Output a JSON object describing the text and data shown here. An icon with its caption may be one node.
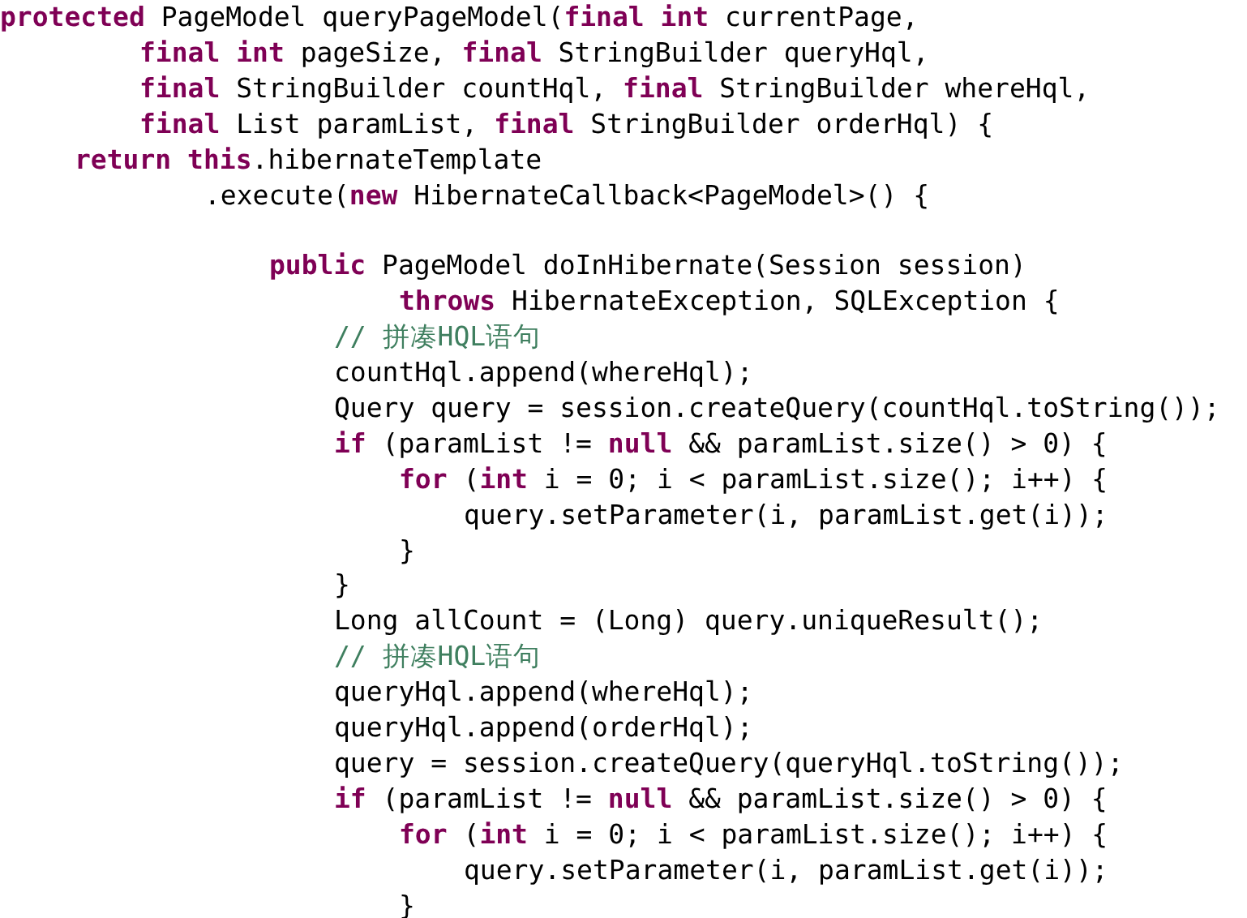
{
  "diagram": {
    "labels": [
      "**protected** PageModel queryPageModel(**final** **int** currentPage,",
      "**final** **int** pageSize, **final** StringBuilder queryHql,",
      "**final** StringBuilder countHql, **final** StringBuilder whereHql,",
      "**final** List paramList, **final** StringBuilder orderHql) {",
      "**return** **this**.hibernateTemplate",
      ".execute(**new** HibernateCallback<PageModel>() {",
      "**public** PageModel doInHibernate(Session session)",
      "**throws** HibernateException, SQLException {",
      "// 拼凑HQL语句",
      "countHql.append(whereHql);",
      "Query query = session.createQuery(countHql.toString());",
      "**if** (paramList != **null** && paramList.size() > 0) {",
      "**for** (**int** i = 0; i < paramList.size(); i++) {",
      "query.setParameter(i, paramList.get(i));",
      "}",
      "}",
      "Long allCount = (Long) query.uniqueResult();",
      "// 拼凑HQL语句",
      "queryHql.append(whereHql);",
      "queryHql.append(orderHql);",
      "query = session.createQuery(queryHql.toString());",
      "**if** (paramList != **null** && paramList.size() > 0) {",
      "**for** (**int** i = 0; i < paramList.size(); i++) {",
      "query.setParameter(i, paramList.get(i));",
      "}"
    ]
  }
}
